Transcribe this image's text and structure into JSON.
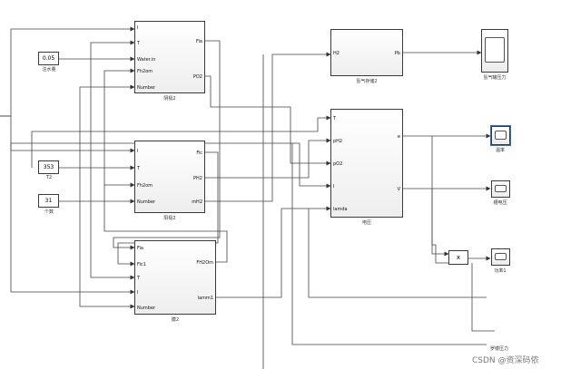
{
  "blocks": {
    "cathode": {
      "inputs": [
        "I",
        "T",
        "Water.in",
        "Fh2om",
        "Number"
      ],
      "outputs": [
        "Fia",
        "PO2"
      ],
      "caption": "阴极2"
    },
    "anode": {
      "inputs": [
        "I",
        "T",
        "Fh2om",
        "Number"
      ],
      "outputs": [
        "Fic",
        "PH2",
        "mH2"
      ],
      "caption": "阳极2"
    },
    "membrane": {
      "inputs": [
        "Fia",
        "Fic1",
        "T",
        "I",
        "Number"
      ],
      "outputs": [
        "FH2Om",
        "lamm1"
      ],
      "caption": "膜2"
    },
    "h2storage": {
      "inputs": [
        "H2"
      ],
      "outputs": [
        "Pb"
      ],
      "caption": "氢气存储2"
    },
    "voltage": {
      "inputs": [
        "T",
        "pH2",
        "pO2",
        "I",
        "lamda"
      ],
      "outputs": [
        "e",
        "V"
      ],
      "caption": "电压"
    },
    "multiply": {
      "label": "x"
    }
  },
  "constants": [
    {
      "value": "0.05",
      "caption": "注水量"
    },
    {
      "value": "353",
      "caption": "T2"
    },
    {
      "value": "31",
      "caption": "个数"
    }
  ],
  "scopes": {
    "tank_pressure": "氢气罐压力",
    "current": "温率",
    "stack_voltage": "槽电压",
    "power": "功率1",
    "bottom": "罗楼压力"
  },
  "watermark": "CSDN @资深码侬"
}
